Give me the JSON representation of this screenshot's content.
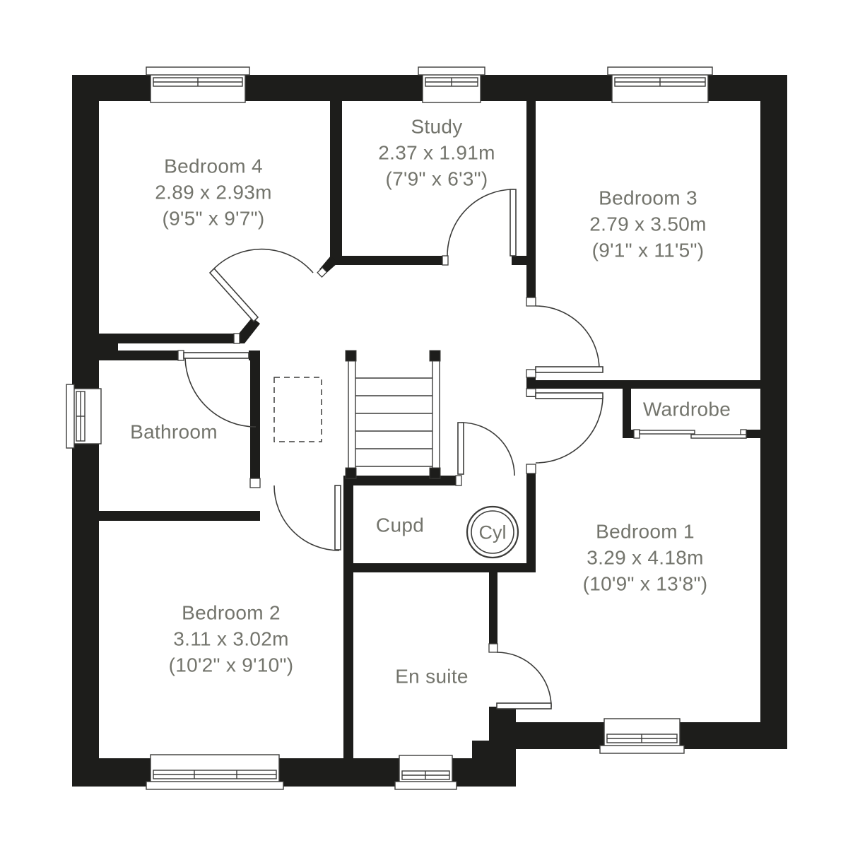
{
  "floorplan": {
    "rooms": {
      "bedroom4": {
        "name": "Bedroom 4",
        "metric": "2.89 x 2.93m",
        "imperial": "(9'5\" x 9'7\")"
      },
      "study": {
        "name": "Study",
        "metric": "2.37 x 1.91m",
        "imperial": "(7'9\" x 6'3\")"
      },
      "bedroom3": {
        "name": "Bedroom 3",
        "metric": "2.79 x 3.50m",
        "imperial": "(9'1\" x 11'5\")"
      },
      "bathroom": {
        "name": "Bathroom"
      },
      "wardrobe": {
        "name": "Wardrobe"
      },
      "cupboard": {
        "name": "Cupd"
      },
      "cylinder": {
        "label": "Cyl"
      },
      "bedroom1": {
        "name": "Bedroom 1",
        "metric": "3.29 x 4.18m",
        "imperial": "(10'9\" x 13'8\")"
      },
      "bedroom2": {
        "name": "Bedroom 2",
        "metric": "3.11 x 3.02m",
        "imperial": "(10'2\" x 9'10\")"
      },
      "ensuite": {
        "name": "En suite"
      }
    },
    "colors": {
      "wall": "#1d1d1b",
      "line": "#3c3c3a",
      "text": "#73746c",
      "background": "#ffffff"
    }
  }
}
